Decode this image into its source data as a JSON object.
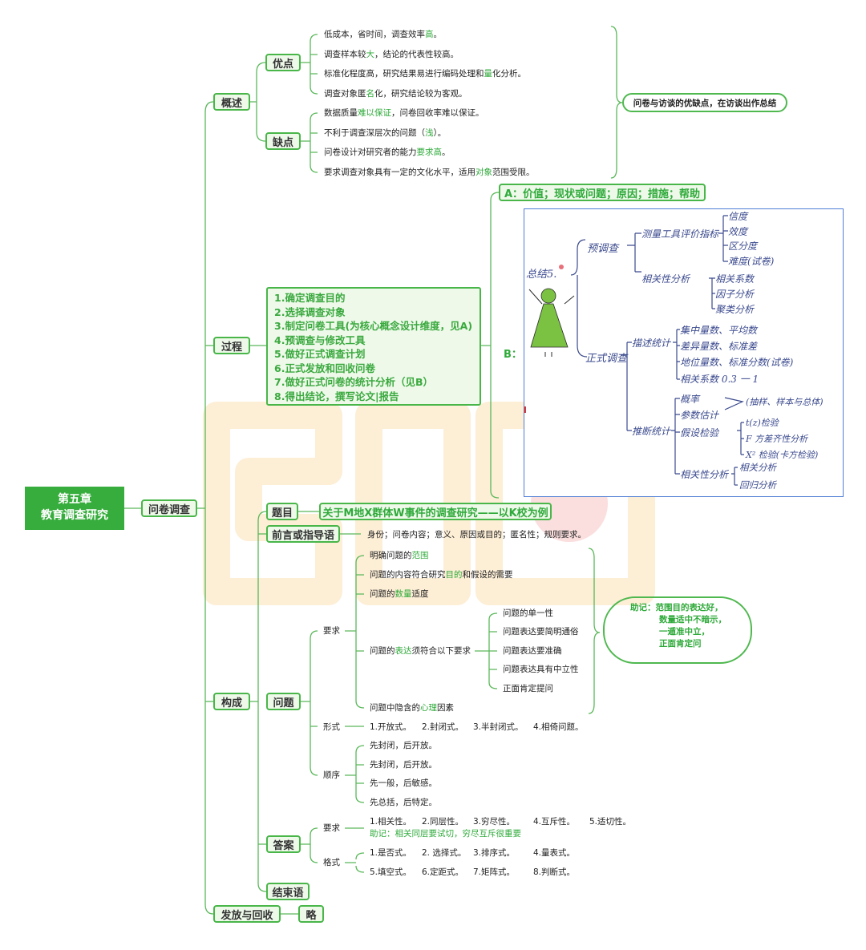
{
  "root": {
    "line1": "第五章",
    "line2": "教育调查研究"
  },
  "main": "问卷调查",
  "overview": {
    "label": "概述",
    "pros_label": "优点",
    "pros": [
      {
        "pre": "低成本，省时间，调查效率",
        "hl": "高",
        "post": "。"
      },
      {
        "pre": "调查样本较",
        "hl": "大",
        "post": "，结论的代表性较高。"
      },
      {
        "pre": "标准化程度高，研究结果易进行编码处理和",
        "hl": "量",
        "post": "化分析。"
      },
      {
        "pre": "调查对象匿",
        "hl": "名",
        "post": "化，研究结论较为客观。"
      }
    ],
    "cons_label": "缺点",
    "cons": [
      {
        "pre": "数据质量",
        "hl": "难以保证",
        "post": "，问卷回收率难以保证。"
      },
      {
        "pre": "不利于调查深层次的问题（",
        "hl": "浅",
        "post": "）。"
      },
      {
        "pre": "问卷设计对研究者的能力",
        "hl": "要求高",
        "post": "。"
      },
      {
        "pre": "要求调查对象具有一定的文化水平，适用",
        "hl": "对象",
        "post": "范围受限。"
      }
    ],
    "summary": "问卷与访谈的优缺点，在访谈出作总结"
  },
  "process": {
    "label": "过程",
    "steps": [
      "1.确定调查目的",
      "2.选择调查对象",
      "3.制定问卷工具(为核心概念设计维度，见A)",
      "4.预调查与修改工具",
      "5.做好正式调查计划",
      "6.正式发放和回收问卷",
      "7.做好正式问卷的统计分析（见B）",
      "8.得出结论，撰写论文|报告"
    ],
    "a_note": "A：价值；现状或问题；原因；措施；帮助",
    "b_label": "B：",
    "handwritten": {
      "root": "总结5.",
      "pre": "预调查",
      "pre_tool": "测量工具评价指标",
      "pre_tool_items": [
        "信度",
        "效度",
        "区分度",
        "难度(试卷)"
      ],
      "pre_corr": "相关性分析",
      "pre_corr_items": [
        "相关系数",
        "因子分析",
        "聚类分析"
      ],
      "formal": "正式调查",
      "desc": "描述统计",
      "desc_items": [
        "集中量数、平均数",
        "差异量数、标准差",
        "地位量数、标准分数(试卷)",
        "相关系数 0.3 一 1"
      ],
      "infer": "推断统计",
      "infer_items": [
        "概率",
        "参数估计",
        "假设检验",
        "相关性分析"
      ],
      "infer_side": "(抽样、样本与总体)",
      "test_items": [
        "t(z)检验",
        "F 方差齐性分析",
        "X² 检验(卡方检验)"
      ],
      "corr_items": [
        "相关分析",
        "回归分析"
      ]
    }
  },
  "composition": {
    "label": "构成",
    "title_label": "题目",
    "title_value": "关于M地X群体W事件的调查研究——以K校为例",
    "intro_label": "前言或指导语",
    "intro_value": "身份；问卷内容；意义、原因或目的；匿名性；规则要求。",
    "question_label": "问题",
    "req_label": "要求",
    "req_items": [
      {
        "pre": "明确问题的",
        "hl": "范围",
        "post": ""
      },
      {
        "pre": "问题的内容符合研究",
        "hl": "目的",
        "post": "和假设的需要"
      },
      {
        "pre": "问题的",
        "hl": "数量",
        "post": "适度"
      },
      {
        "pre": "问题的",
        "hl": "表达",
        "post": "须符合以下要求"
      },
      {
        "pre": "问题中隐含的",
        "hl": "心理",
        "post": "因素"
      }
    ],
    "expr_items": [
      "问题的单一性",
      "问题表达要简明通俗",
      "问题表达要准确",
      "问题表达具有中立性",
      "正面肯定提问"
    ],
    "mnemonic": [
      "助记：范围目的表达好，",
      "数量适中不暗示，",
      "一遁准中立，",
      "正面肯定问"
    ],
    "form_label": "形式",
    "form_items": [
      "1.开放式。",
      "2.封闭式。",
      "3.半封闭式。",
      "4.相倚问题。"
    ],
    "order_label": "顺序",
    "order_items": [
      "先封闭，后开放。",
      "先封闭，后开放。",
      "先一般，后敏感。",
      "先总括，后特定。"
    ],
    "answer_label": "答案",
    "ans_req_label": "要求",
    "ans_req_items": [
      "1.相关性。",
      "2.同层性。",
      "3.穷尽性。",
      "4.互斥性。",
      "5.适切性。"
    ],
    "ans_req_note": "助记：相关同层要试切，穷尽互斥很重要",
    "ans_fmt_label": "格式",
    "ans_fmt_items": [
      "1.是否式。",
      "2. 选择式。",
      "3.排序式。",
      "4.量表式。",
      "5.填空式。",
      "6.定距式。",
      "7.矩阵式。",
      "8.判断式。"
    ],
    "end_label": "结束语"
  },
  "distribution": {
    "label": "发放与回收",
    "value": "略"
  },
  "colors": {
    "green": "#49b649",
    "highlight": "#2faa3a",
    "ink": "#3b4a8e",
    "watermark": "#f5a623"
  }
}
